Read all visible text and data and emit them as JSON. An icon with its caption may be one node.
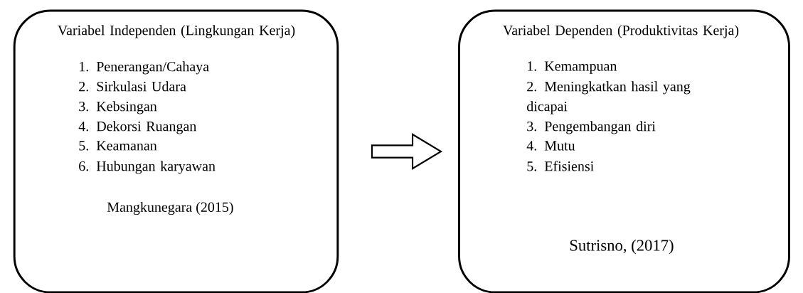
{
  "diagram": {
    "nodes": [
      {
        "text": [
          "Variabel Independen (Lingkungan Kerja)",
          "1. Penerangan/Cahaya",
          "2. Sirkulasi Udara",
          "3. Kebsingan",
          "4. Dekorsi Ruangan",
          "5. Keamanan",
          "6. Hubungan karyawan",
          "Mangkunegara (2015)"
        ]
      },
      {
        "text": [
          "Variabel Dependen (Produktivitas Kerja)",
          "1. Kemampuan",
          "2. Meningkatkan hasil yang dicapai",
          "3. Pengembangan diri",
          "4. Mutu",
          "5. Efisiensi",
          "Sutrisno, (2017)"
        ]
      }
    ],
    "edges": [
      {
        "from": 0,
        "to": 1,
        "arrow": "to"
      }
    ]
  }
}
